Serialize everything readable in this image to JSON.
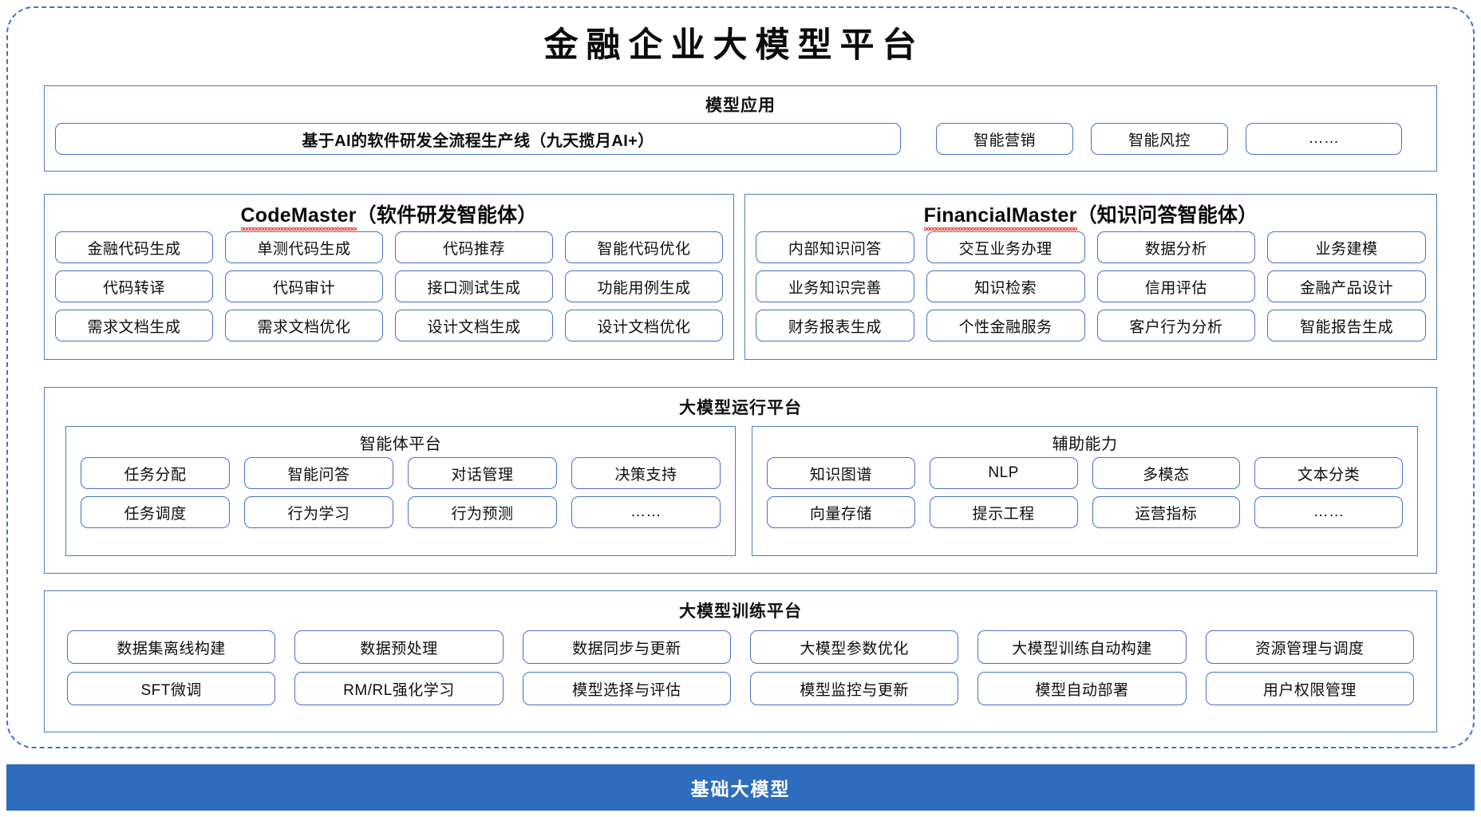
{
  "title": "金融企业大模型平台",
  "colors": {
    "accent_blue": "#2e6cbe",
    "border_blue": "#4a7ebb",
    "pill_border": "#4472c4",
    "dashed_frame": "#3f6fd4",
    "spellcheck_red": "#e23b2e"
  },
  "model_application": {
    "title": "模型应用",
    "hero": "基于AI的软件研发全流程生产线（九天揽月AI+）",
    "items": [
      "智能营销",
      "智能风控",
      "……"
    ]
  },
  "agents": [
    {
      "name_en": "CodeMaster",
      "name_cn": "（软件研发智能体）",
      "spellcheck_underline": true,
      "items": [
        "金融代码生成",
        "单测代码生成",
        "代码推荐",
        "智能代码优化",
        "代码转译",
        "代码审计",
        "接口测试生成",
        "功能用例生成",
        "需求文档生成",
        "需求文档优化",
        "设计文档生成",
        "设计文档优化"
      ]
    },
    {
      "name_en": "FinancialMaster",
      "name_cn": "（知识问答智能体）",
      "spellcheck_underline": true,
      "items": [
        "内部知识问答",
        "交互业务办理",
        "数据分析",
        "业务建模",
        "业务知识完善",
        "知识检索",
        "信用评估",
        "金融产品设计",
        "财务报表生成",
        "个性金融服务",
        "客户行为分析",
        "智能报告生成"
      ]
    }
  ],
  "runtime_platform": {
    "title": "大模型运行平台",
    "groups": [
      {
        "title": "智能体平台",
        "items": [
          "任务分配",
          "智能问答",
          "对话管理",
          "决策支持",
          "任务调度",
          "行为学习",
          "行为预测",
          "……"
        ]
      },
      {
        "title": "辅助能力",
        "items": [
          "知识图谱",
          "NLP",
          "多模态",
          "文本分类",
          "向量存储",
          "提示工程",
          "运营指标",
          "……"
        ]
      }
    ]
  },
  "training_platform": {
    "title": "大模型训练平台",
    "items": [
      "数据集离线构建",
      "数据预处理",
      "数据同步与更新",
      "大模型参数优化",
      "大模型训练自动构建",
      "资源管理与调度",
      "SFT微调",
      "RM/RL强化学习",
      "模型选择与评估",
      "模型监控与更新",
      "模型自动部署",
      "用户权限管理"
    ]
  },
  "foundation": {
    "label": "基础大模型"
  }
}
